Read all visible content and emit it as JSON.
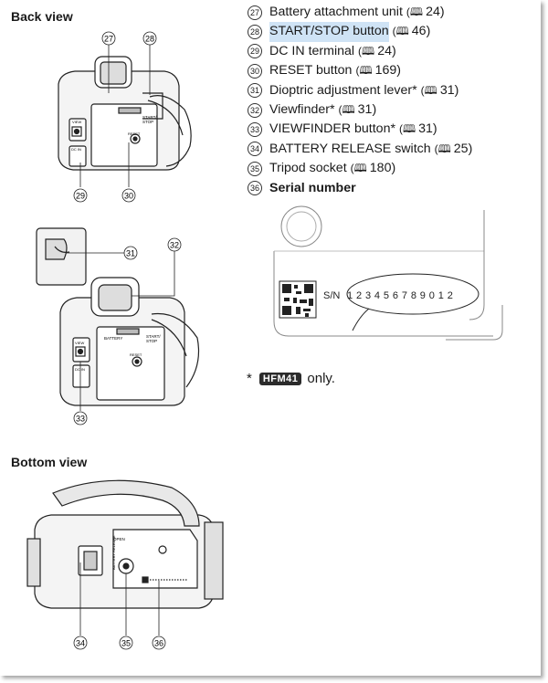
{
  "headings": {
    "back_view": "Back view",
    "bottom_view": "Bottom view"
  },
  "parts": [
    {
      "num": "27",
      "label": "Battery attachment unit",
      "ref": "24"
    },
    {
      "num": "28",
      "label": "START/STOP button",
      "ref": "46",
      "highlight": true
    },
    {
      "num": "29",
      "label": "DC IN terminal",
      "ref": "24"
    },
    {
      "num": "30",
      "label": "RESET button",
      "ref": "169"
    },
    {
      "num": "31",
      "label": "Dioptric adjustment lever*",
      "ref": "31"
    },
    {
      "num": "32",
      "label": "Viewfinder*",
      "ref": "31"
    },
    {
      "num": "33",
      "label": "VIEWFINDER button*",
      "ref": "31"
    },
    {
      "num": "34",
      "label": "BATTERY RELEASE switch",
      "ref": "25"
    },
    {
      "num": "35",
      "label": "Tripod socket",
      "ref": "180"
    },
    {
      "num": "36",
      "label": "Serial number",
      "bold": true
    }
  ],
  "serial_label": {
    "prefix": "S/N",
    "number": "1 2 3 4 5 6 7 8 9 0 1 2"
  },
  "footnote": {
    "star": "*",
    "model": "HFM41",
    "text": "only."
  },
  "camera_labels": {
    "start_stop": "START/\nSTOP",
    "view_finder": "VIEW\nFINDER",
    "dc_in": "DC IN",
    "reset": "RESET",
    "battery": "BATTERY",
    "open": "OPEN",
    "battery_release": "BATTERY RELEASE"
  },
  "callouts_back": [
    "27",
    "28",
    "29",
    "30"
  ],
  "callouts_mid": [
    "31",
    "32",
    "33"
  ],
  "callouts_bottom": [
    "34",
    "35",
    "36"
  ]
}
